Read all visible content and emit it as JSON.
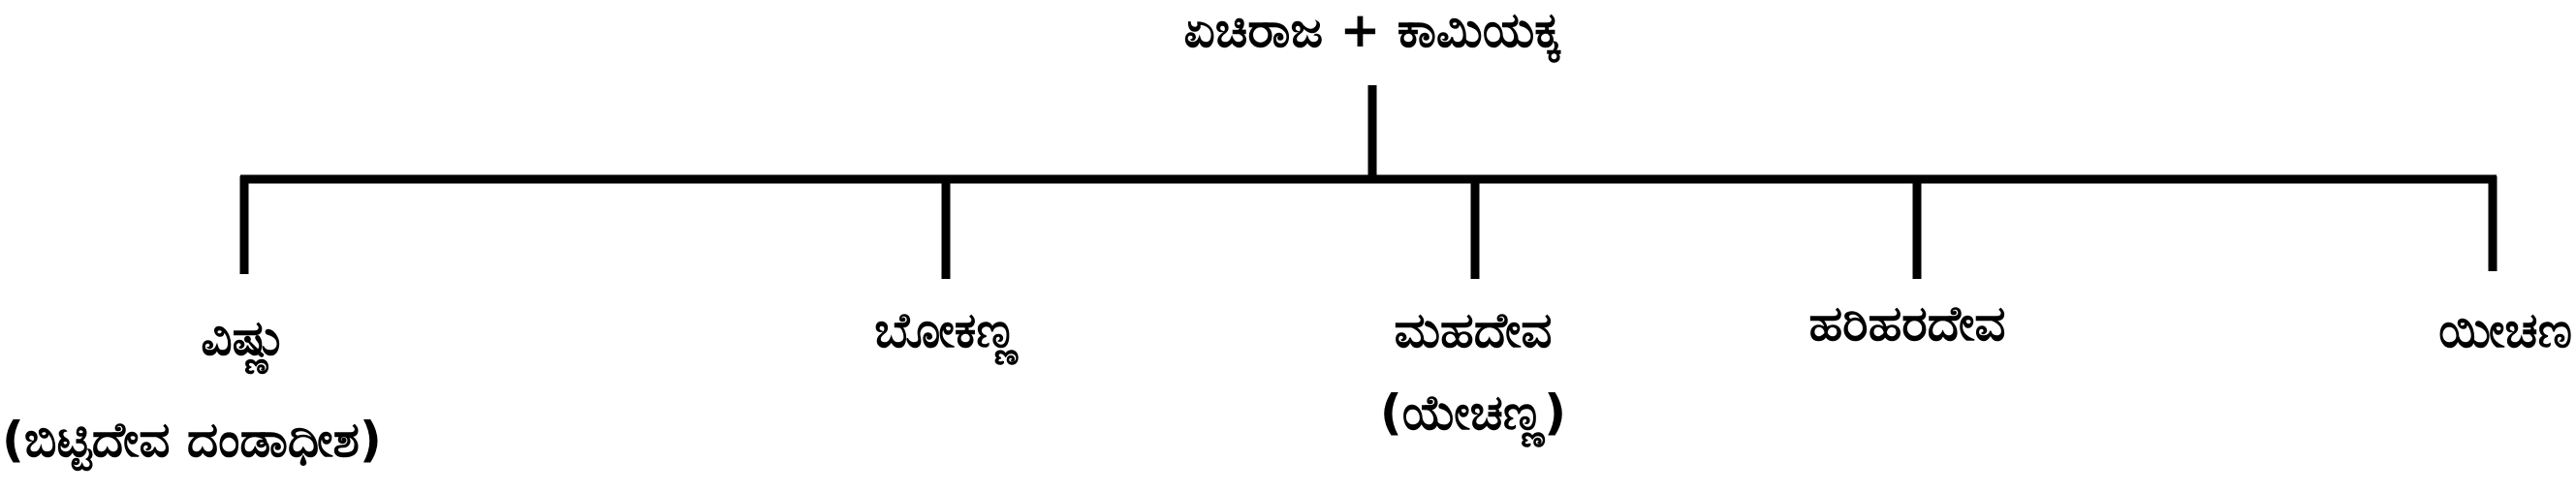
{
  "parent": {
    "label": "ಏಚಿರಾಜ + ಕಾಮಿಯಕ್ಕ"
  },
  "children": [
    {
      "name": "ವಿಷ್ಣು",
      "note": "(ಬಿಟ್ಟಿದೇವ ದಂಡಾಧೀಶ)"
    },
    {
      "name": "ಬೋಕಣ್ಣ"
    },
    {
      "name": "ಮಹದೇವ",
      "note": "(ಯೇಚಣ್ಣ)"
    },
    {
      "name": "ಹರಿಹರದೇವ"
    },
    {
      "name": "ಯೀಚಣ"
    }
  ]
}
